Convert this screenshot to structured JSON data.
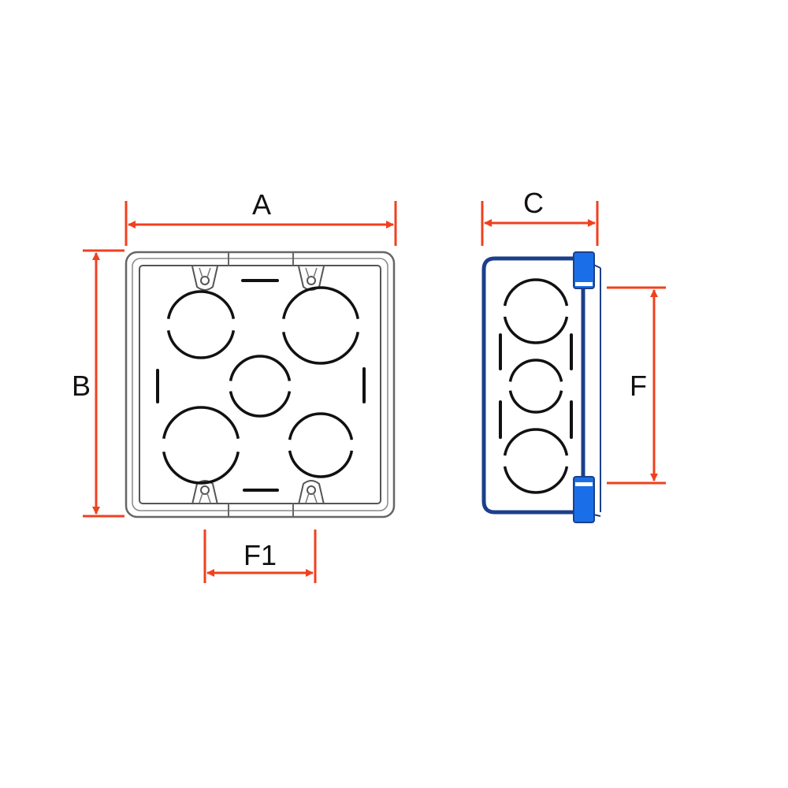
{
  "dimensions": {
    "a": "A",
    "b": "B",
    "c": "C",
    "f": "F",
    "f1": "F1"
  },
  "colors": {
    "dimension": "#f0401e",
    "outline": "#555555",
    "side_outline": "#1c3f8c",
    "clip": "#1a6fe8",
    "knockout": "#111111"
  }
}
